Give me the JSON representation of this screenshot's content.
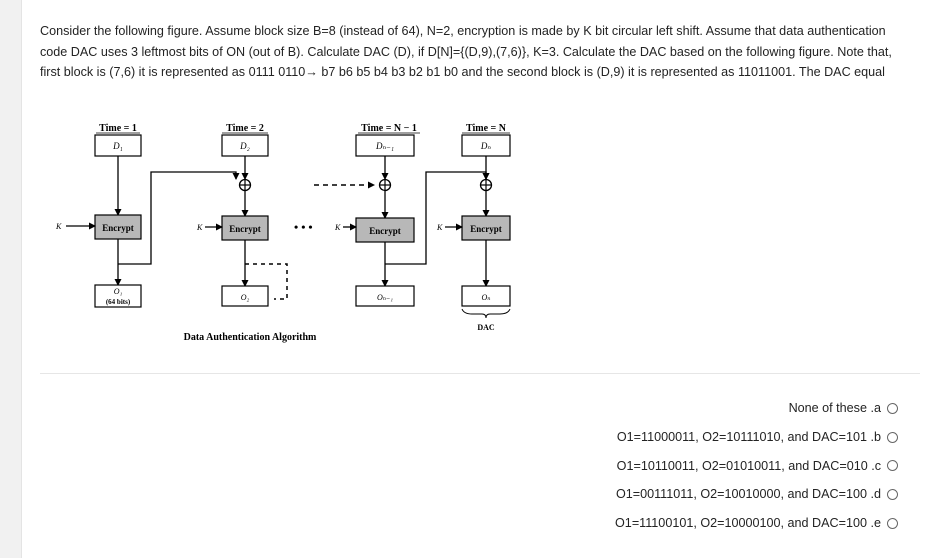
{
  "question": {
    "lines": [
      "Consider the following figure. Assume block size B=8 (instead of 64), N=2, encryption is made by K bit circular left shift. Assume that data authentication",
      "code DAC uses 3 leftmost bits of ON (out of B). Calculate DAC (D), if D[N]={(D,9),(7,6)}, K=3. Calculate the DAC based on the following figure. Note that,",
      "first block is (7,6) it is represented as 0111 0110→ b7 b6 b5 b4 b3 b2 b1 b0 and the second block is (D,9) it is represented as 11011001. The DAC equal"
    ]
  },
  "figure": {
    "time_labels": [
      "Time = 1",
      "Time = 2",
      "Time = N − 1",
      "Time = N"
    ],
    "d_labels": [
      "D₁",
      "D₂",
      "Dₙ₋₁",
      "Dₙ"
    ],
    "encrypt_label": "Encrypt",
    "k_label": "K",
    "o_labels": [
      "O₁",
      "O₂",
      "Oₙ₋₁",
      "Oₙ"
    ],
    "o1_sub": "(64 bits)",
    "dac_label": "DAC",
    "caption": "Data Authentication Algorithm"
  },
  "options": [
    {
      "text": "None of these",
      "letter": ".a"
    },
    {
      "text": "O1=11000011, O2=10111010, and DAC=101",
      "letter": ".b"
    },
    {
      "text": "O1=10110011, O2=01010011, and DAC=010",
      "letter": ".c"
    },
    {
      "text": "O1=00111011, O2=10010000, and DAC=100",
      "letter": ".d"
    },
    {
      "text": "O1=11100101, O2=10000100, and DAC=100",
      "letter": ".e"
    }
  ]
}
